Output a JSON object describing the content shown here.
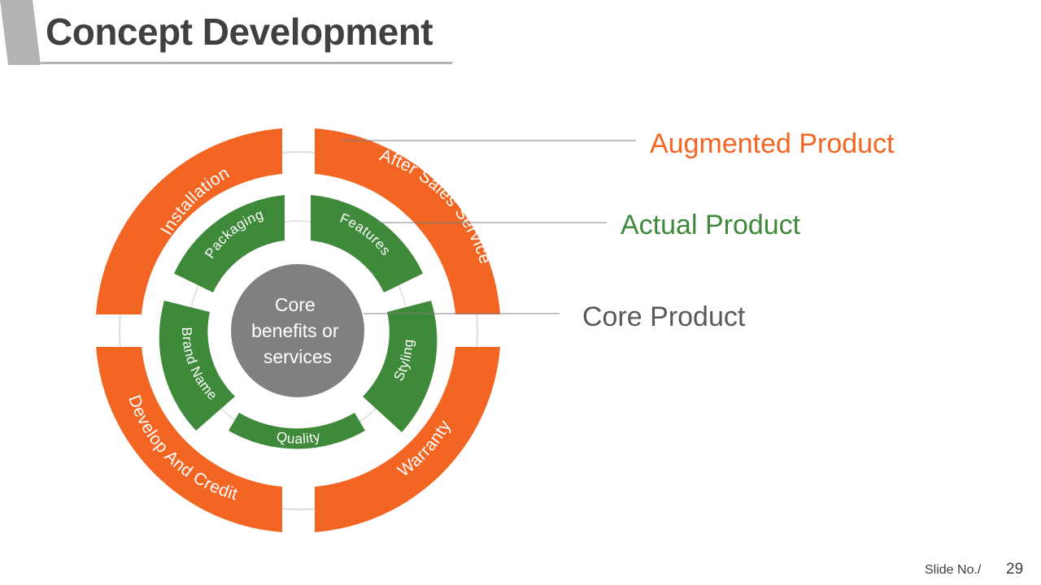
{
  "title": "Concept Development",
  "colors": {
    "augmented": "#f26522",
    "actual": "#3e8a3a",
    "core": "#808080",
    "label_core": "#595959",
    "title": "#404040"
  },
  "diagram": {
    "augmented_label": "Augmented Product",
    "actual_label": "Actual Product",
    "core_label": "Core Product",
    "core_text": [
      "Core",
      "benefits or",
      "services"
    ],
    "outer_ring": {
      "top_left": "Installation",
      "top_right": "After Sales Service",
      "bottom_right": "Warranty",
      "bottom_left": "Develop And Credit"
    },
    "middle_ring": {
      "top_left": "Packaging",
      "top_right": "Features",
      "right": "Styling",
      "bottom": "Quality",
      "left": "Brand Name"
    }
  },
  "footer": {
    "slide_label": "Slide No./",
    "slide_number": "29"
  }
}
